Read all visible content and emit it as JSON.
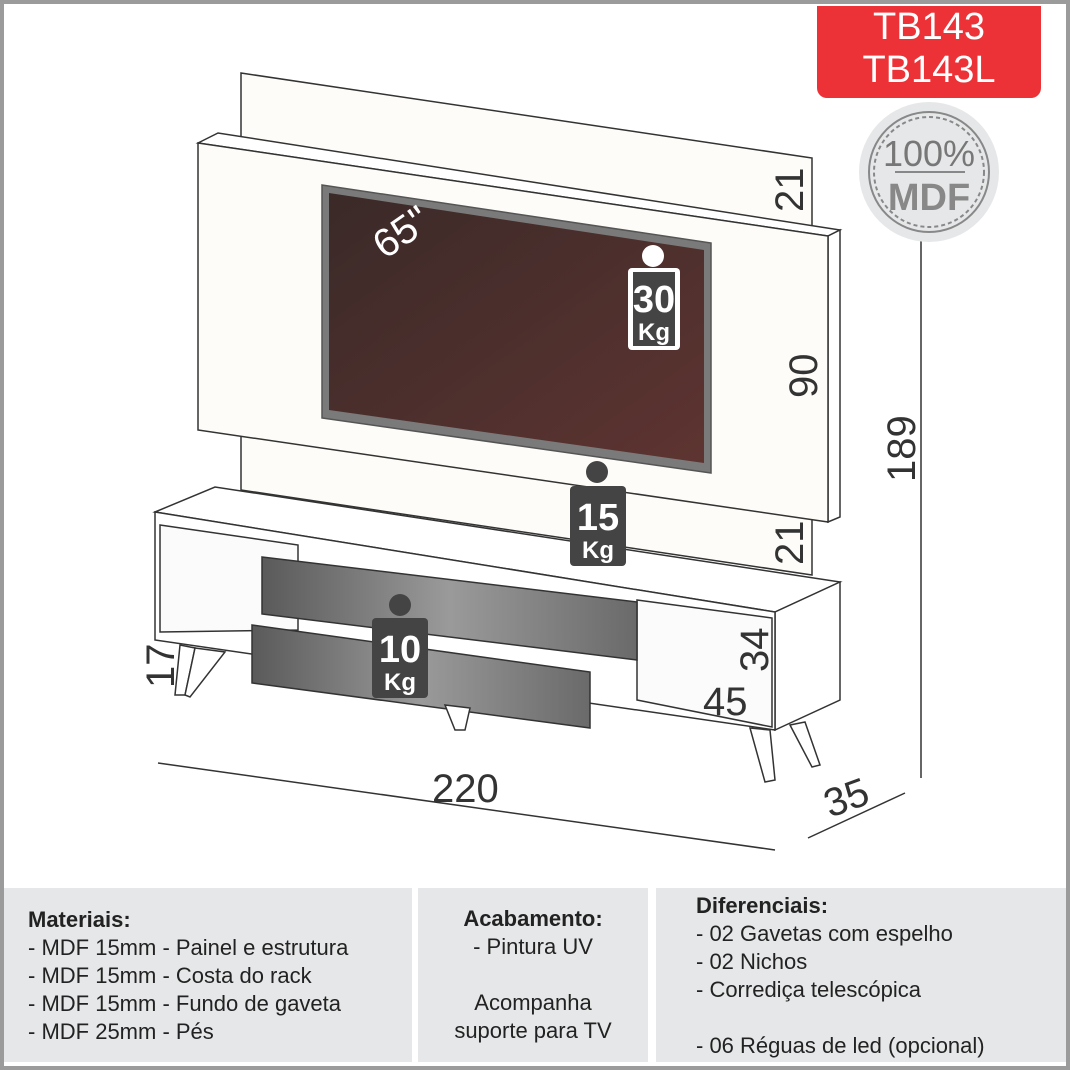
{
  "header": {
    "model_codes": [
      "TB143",
      "TB143L"
    ]
  },
  "seal": {
    "percent": "100%",
    "material": "MDF"
  },
  "tv": {
    "size": "65\""
  },
  "weights": [
    {
      "value": "30",
      "unit": "Kg"
    },
    {
      "value": "15",
      "unit": "Kg"
    },
    {
      "value": "10",
      "unit": "Kg"
    }
  ],
  "dimensions": {
    "top_niche": "21",
    "panel_height": "90",
    "bottom_niche": "21",
    "total_height": "189",
    "width": "220",
    "depth": "35",
    "leg_height": "17",
    "niche_height": "34",
    "niche_width": "45"
  },
  "materials": {
    "title": "Materiais:",
    "items": [
      "- MDF 15mm - Painel e estrutura",
      "- MDF 15mm - Costa do rack",
      "- MDF 15mm - Fundo de gaveta",
      "- MDF 25mm - Pés"
    ]
  },
  "finish": {
    "title": "Acabamento:",
    "items": [
      "- Pintura UV"
    ],
    "note": [
      "Acompanha",
      "suporte para TV"
    ]
  },
  "features": {
    "title": "Diferenciais:",
    "items": [
      "- 02 Gavetas com espelho",
      "- 02 Nichos",
      "- Corrediça telescópica"
    ],
    "extra": "- 06 Réguas de led (opcional)"
  },
  "colors": {
    "accent": "#ec3237",
    "panel_bg": "#e6e7e8",
    "screen": "#4a2e2a"
  }
}
